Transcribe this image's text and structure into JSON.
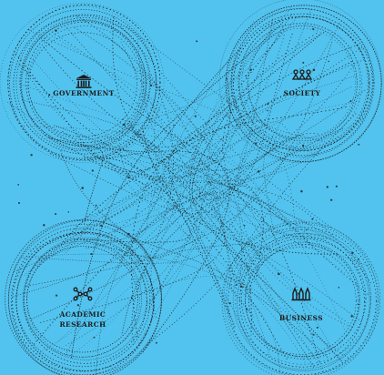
{
  "diagram": {
    "background": "#52c3ef",
    "ink": "#1b1b1b",
    "nodes": [
      {
        "id": "government",
        "label_lines": [
          "GOVERNMENT"
        ],
        "icon": "government-building-icon"
      },
      {
        "id": "society",
        "label_lines": [
          "SOCIETY"
        ],
        "icon": "people-icon"
      },
      {
        "id": "academic-research",
        "label_lines": [
          "ACADEMIC",
          "RESEARCH"
        ],
        "icon": "molecule-network-icon"
      },
      {
        "id": "business",
        "label_lines": [
          "BUSINESS"
        ],
        "icon": "factory-icon"
      }
    ]
  }
}
